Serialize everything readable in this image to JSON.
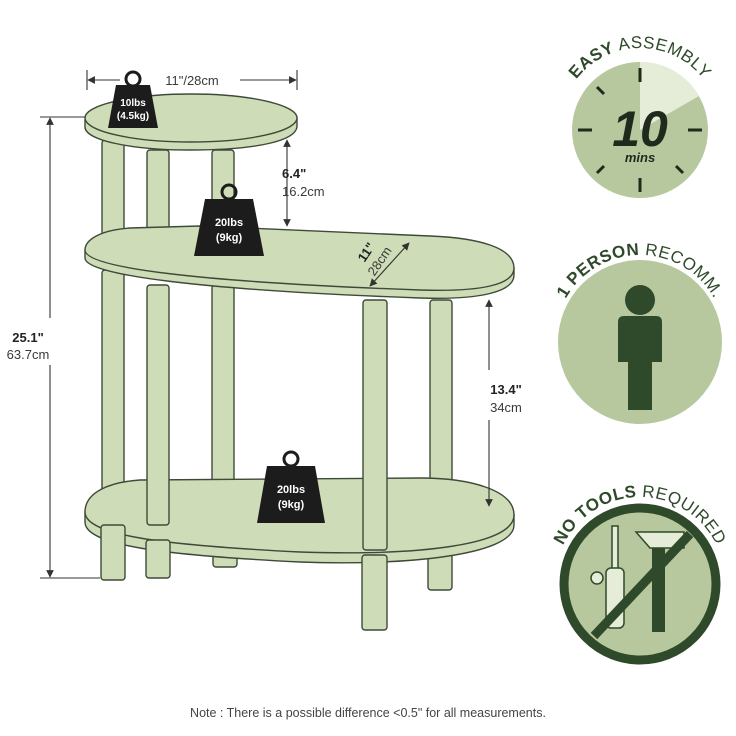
{
  "dimensions": {
    "top_width": "11\"/28cm",
    "upper_gap_in": "6.4\"",
    "upper_gap_cm": "16.2cm",
    "depth_in": "11\"",
    "depth_cm": "28cm",
    "height_in": "25.1\"",
    "height_cm": "63.7cm",
    "lower_gap_in": "13.4\"",
    "lower_gap_cm": "34cm"
  },
  "weights": {
    "top_lbs": "10lbs",
    "top_kg": "(4.5kg)",
    "middle_lbs": "20lbs",
    "middle_kg": "(9kg)",
    "bottom_lbs": "20lbs",
    "bottom_kg": "(9kg)"
  },
  "badges": {
    "assembly_bold": "EASY",
    "assembly_rest": " ASSEMBLY",
    "assembly_number": "10",
    "assembly_unit": "mins",
    "person_bold": "1 PERSON",
    "person_rest": " RECOMM.",
    "tools_bold": "NO TOOLS",
    "tools_rest": " REQUIRED"
  },
  "note": "Note : There is a possible difference <0.5\" for all measurements.",
  "colors": {
    "shelf": "#cfdcb8",
    "shelf_stroke": "#3e4a38",
    "badge_bg": "#b7c89e",
    "badge_dark": "#2f4a2a",
    "weight": "#1c1c1c"
  }
}
